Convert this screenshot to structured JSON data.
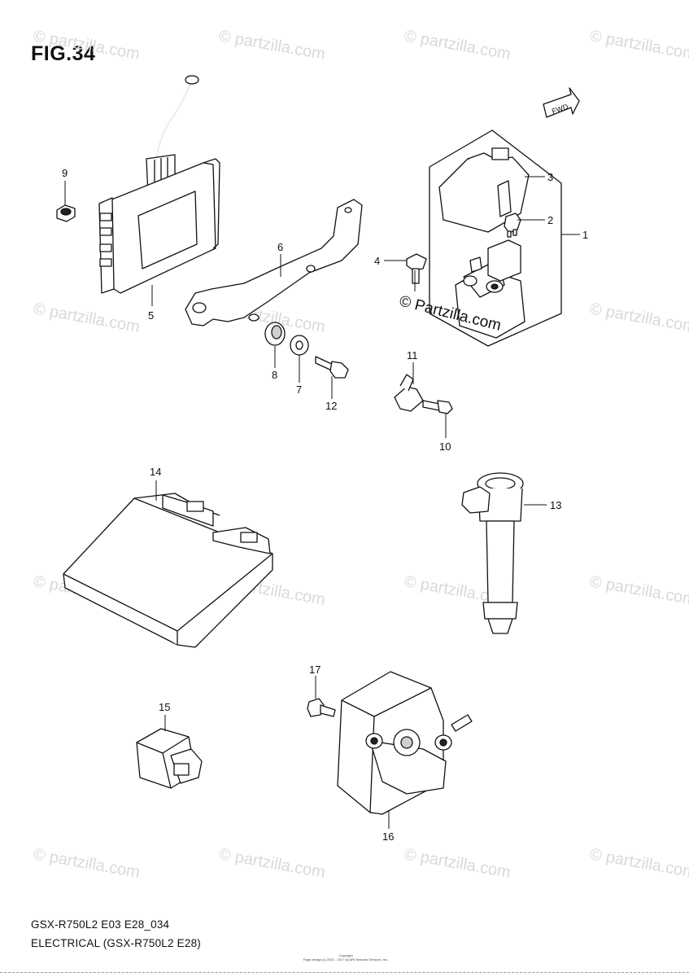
{
  "figure_title": "FIG.34",
  "callouts": [
    {
      "id": "1",
      "label": "1"
    },
    {
      "id": "2",
      "label": "2"
    },
    {
      "id": "3",
      "label": "3"
    },
    {
      "id": "4",
      "label": "4"
    },
    {
      "id": "5",
      "label": "5"
    },
    {
      "id": "6",
      "label": "6"
    },
    {
      "id": "7",
      "label": "7"
    },
    {
      "id": "8",
      "label": "8"
    },
    {
      "id": "9",
      "label": "9"
    },
    {
      "id": "10",
      "label": "10"
    },
    {
      "id": "11",
      "label": "11"
    },
    {
      "id": "12",
      "label": "12"
    },
    {
      "id": "13",
      "label": "13"
    },
    {
      "id": "14",
      "label": "14"
    },
    {
      "id": "15",
      "label": "15"
    },
    {
      "id": "16",
      "label": "16"
    },
    {
      "id": "17",
      "label": "17"
    }
  ],
  "watermark_text": "© Partzilla.com",
  "watermark_small": "© partzilla.com",
  "fwd_label": "FWD",
  "footer": {
    "line1": "GSX-R750L2 E03 E28_034",
    "line2": "ELECTRICAL (GSX-R750L2 E28)"
  },
  "copyright": {
    "line1": "Copyright",
    "line2": "Page design (c) 2001 - 2017 by ARI Network Services, Inc."
  }
}
